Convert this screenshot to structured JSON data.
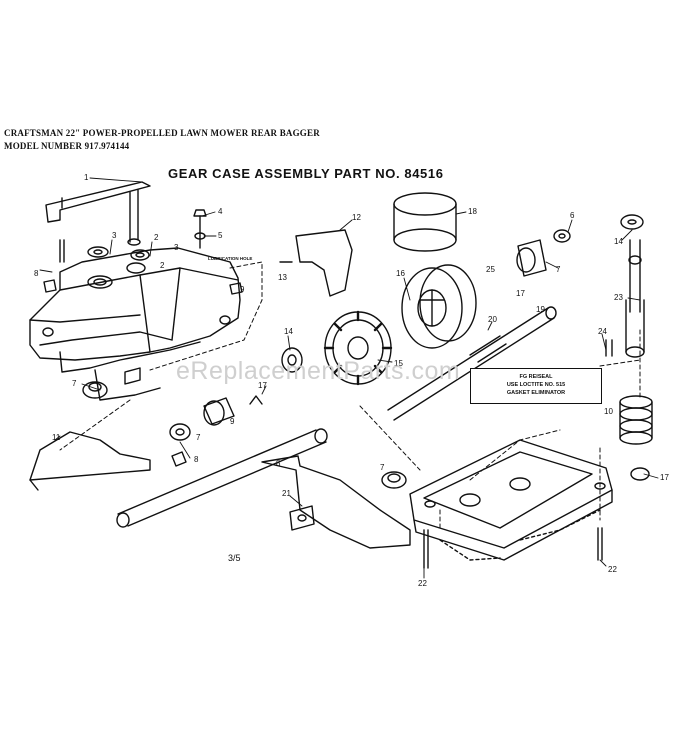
{
  "header": {
    "line1": "CRAFTSMAN 22\" POWER-PROPELLED LAWN MOWER REAR BAGGER",
    "line2": "MODEL NUMBER 917.974144"
  },
  "title": "GEAR CASE ASSEMBLY PART NO. 84516",
  "page_number": "3/5",
  "watermark": "eReplacementParts.com",
  "note": {
    "line1": "FG REISEAL",
    "line2": "USE LOCTITE NO. 515",
    "line3": "GASKET ELIMINATOR"
  },
  "lubrication_label": "LUBRICATION HOLE",
  "callouts": {
    "c1": "1",
    "c2": "2",
    "c3": "3",
    "c4": "4",
    "c5": "5",
    "c6": "6",
    "c7": "7",
    "c8": "8",
    "c9": "9",
    "c10": "10",
    "c11": "11",
    "c12": "12",
    "c13": "13",
    "c14": "14",
    "c15": "15",
    "c16": "16",
    "c17": "17",
    "c18": "18",
    "c19": "19",
    "c20": "20",
    "c21": "21",
    "c22": "22",
    "c23": "23",
    "c24": "24",
    "c25": "25",
    "c2b": "2",
    "c3b": "3",
    "c7b": "7",
    "c7c": "7",
    "c7d": "7",
    "c8b": "8",
    "c8c": "8",
    "c9b": "9",
    "c14b": "14",
    "c17b": "17",
    "c17c": "17",
    "c22b": "22"
  }
}
